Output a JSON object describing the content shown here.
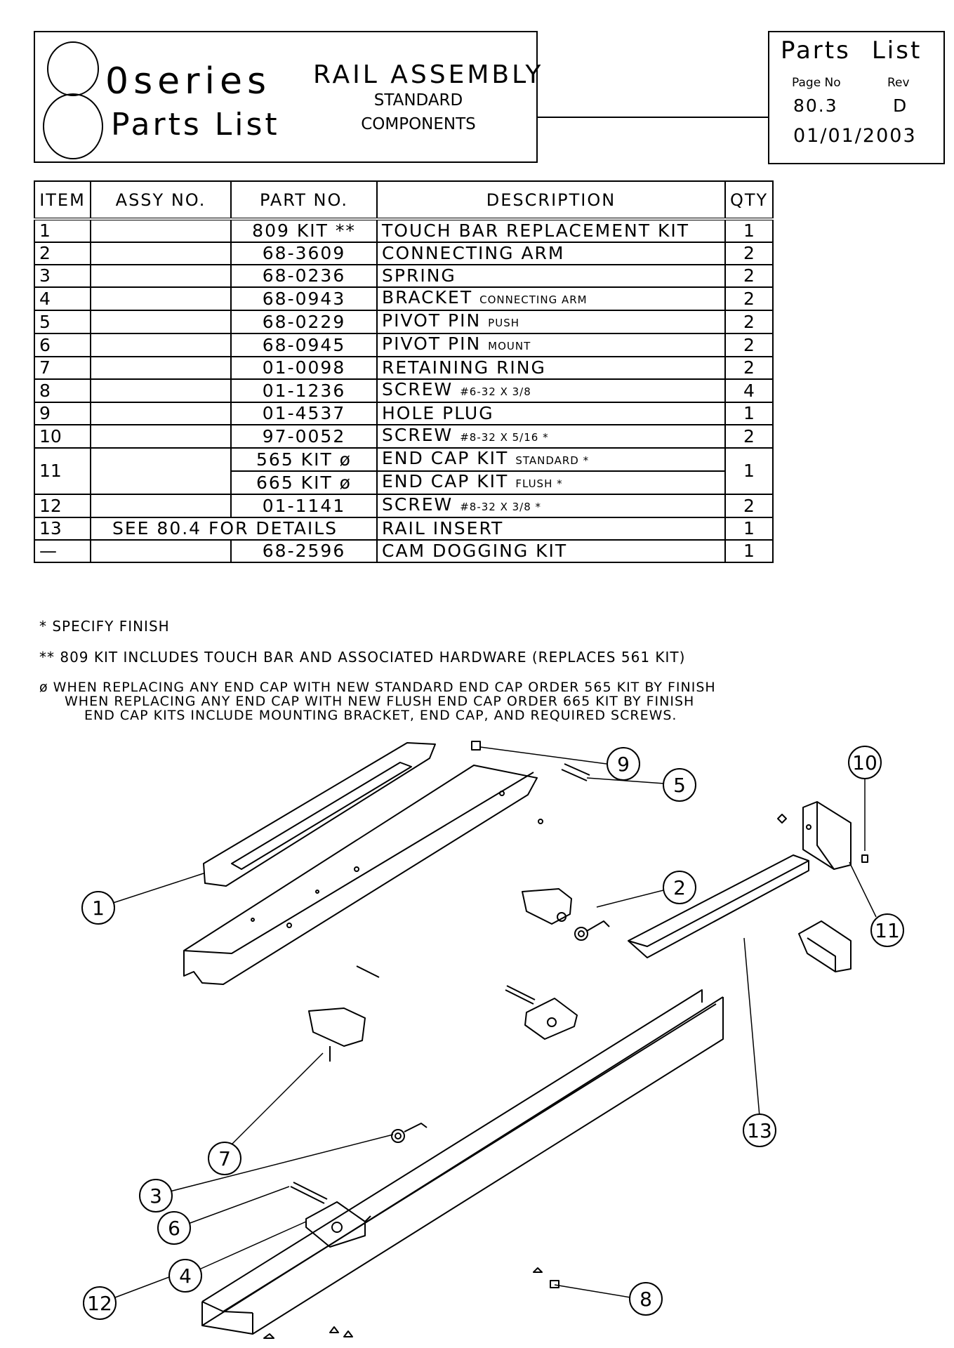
{
  "header": {
    "series_number": "8",
    "series_zero": "0",
    "series_word": "series",
    "parts_list": "Parts List",
    "assembly_title": "RAIL ASSEMBLY",
    "assembly_sub1": "STANDARD",
    "assembly_sub2": "COMPONENTS"
  },
  "page_info": {
    "title_left": "Parts",
    "title_right": "List",
    "page_no_label": "Page No",
    "rev_label": "Rev",
    "page_no": "80.3",
    "rev": "D",
    "date": "01/01/2003"
  },
  "table": {
    "headers": [
      "ITEM",
      "ASSY NO.",
      "PART NO.",
      "DESCRIPTION",
      "QTY"
    ],
    "rows": [
      {
        "item": "1",
        "part": "809 KIT **",
        "desc": "TOUCH BAR REPLACEMENT KIT",
        "desc_small": "",
        "qty": "1"
      },
      {
        "item": "2",
        "part": "68-3609",
        "desc": "CONNECTING ARM",
        "desc_small": "",
        "qty": "2"
      },
      {
        "item": "3",
        "part": "68-0236",
        "desc": "SPRING",
        "desc_small": "",
        "qty": "2"
      },
      {
        "item": "4",
        "part": "68-0943",
        "desc": "BRACKET",
        "desc_small": "CONNECTING ARM",
        "qty": "2"
      },
      {
        "item": "5",
        "part": "68-0229",
        "desc": "PIVOT PIN",
        "desc_small": "PUSH",
        "qty": "2"
      },
      {
        "item": "6",
        "part": "68-0945",
        "desc": "PIVOT PIN",
        "desc_small": "MOUNT",
        "qty": "2"
      },
      {
        "item": "7",
        "part": "01-0098",
        "desc": "RETAINING RING",
        "desc_small": "",
        "qty": "2"
      },
      {
        "item": "8",
        "part": "01-1236",
        "desc": "SCREW",
        "desc_small": "#6-32 X 3/8",
        "qty": "4"
      },
      {
        "item": "9",
        "part": "01-4537",
        "desc": "HOLE PLUG",
        "desc_small": "",
        "qty": "1"
      },
      {
        "item": "10",
        "part": "97-0052",
        "desc": "SCREW",
        "desc_small": "#8-32 X 5/16 *",
        "qty": "2"
      },
      {
        "item": "11",
        "part": "565 KIT ø",
        "desc": "END CAP KIT",
        "desc_small": "STANDARD *",
        "qty": "1"
      },
      {
        "item": "",
        "part": "665 KIT ø",
        "desc": "END CAP KIT",
        "desc_small": "FLUSH *",
        "qty": ""
      },
      {
        "item": "12",
        "part": "01-1141",
        "desc": "SCREW",
        "desc_small": "#8-32 X 3/8 *",
        "qty": "2"
      },
      {
        "item": "13",
        "part": "SEE 80.4 FOR DETAILS",
        "desc": "RAIL INSERT",
        "desc_small": "",
        "qty": "1"
      },
      {
        "item": "—",
        "part": "68-2596",
        "desc": "CAM DOGGING KIT",
        "desc_small": "",
        "qty": "1"
      }
    ]
  },
  "notes": {
    "note1": "* SPECIFY FINISH",
    "note2": "** 809 KIT INCLUDES TOUCH BAR AND ASSOCIATED HARDWARE (REPLACES 561 KIT)",
    "note3a": "ø WHEN REPLACING ANY END CAP WITH NEW STANDARD END CAP ORDER 565 KIT BY FINISH",
    "note3b": "WHEN REPLACING ANY END CAP WITH NEW FLUSH END CAP ORDER 665 KIT BY FINISH",
    "note3c": "END CAP KITS INCLUDE MOUNTING BRACKET, END CAP, AND REQUIRED SCREWS."
  },
  "callouts": [
    "1",
    "2",
    "3",
    "4",
    "5",
    "6",
    "7",
    "8",
    "9",
    "10",
    "11",
    "12",
    "13"
  ]
}
